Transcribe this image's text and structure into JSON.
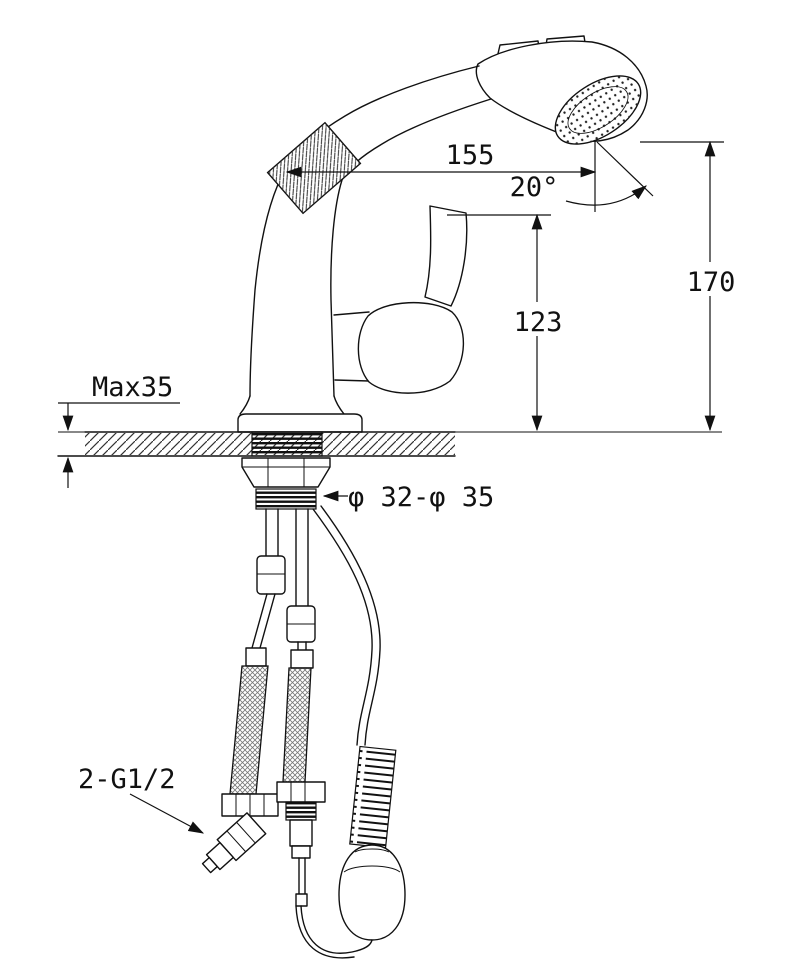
{
  "figure": {
    "kind": "faucet-installation-technical-drawing",
    "background": "#ffffff",
    "line_color": "#111111"
  },
  "labels": {
    "spout_reach": "155",
    "spout_angle": "20°",
    "overall_height": "170",
    "body_height": "123",
    "max_deck_thickness": "Max35",
    "mounting_hole_diameter": "φ 32-φ 35",
    "supply_connections": "2-G1/2"
  }
}
